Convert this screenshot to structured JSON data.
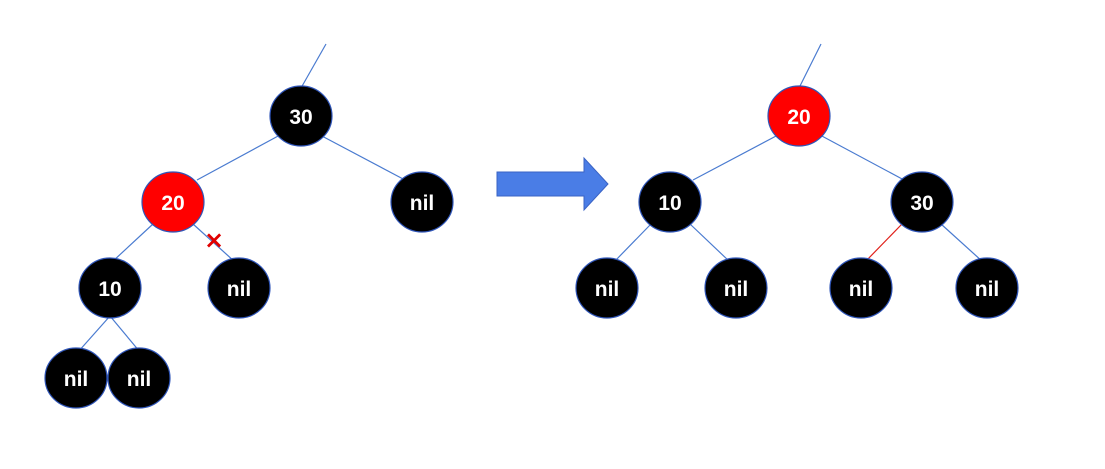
{
  "colors": {
    "black_node": "#000000",
    "red_node": "#ff0000",
    "node_border": "#2f55b8",
    "edge": "#4a7bd0",
    "highlight_edge": "#e0201a",
    "cut_mark": "#e00000",
    "arrow": "#4a7de6"
  },
  "before_tree": {
    "nodes": [
      {
        "id": "b30",
        "label": "30",
        "color": "black"
      },
      {
        "id": "b20",
        "label": "20",
        "color": "red"
      },
      {
        "id": "bnil_r",
        "label": "nil",
        "color": "black"
      },
      {
        "id": "b10",
        "label": "10",
        "color": "black"
      },
      {
        "id": "bnil_20r",
        "label": "nil",
        "color": "black"
      },
      {
        "id": "bnil_10l",
        "label": "nil",
        "color": "black"
      },
      {
        "id": "bnil_10r",
        "label": "nil",
        "color": "black"
      }
    ],
    "cut_mark": "×"
  },
  "after_tree": {
    "nodes": [
      {
        "id": "a20",
        "label": "20",
        "color": "red"
      },
      {
        "id": "a10",
        "label": "10",
        "color": "black"
      },
      {
        "id": "a30",
        "label": "30",
        "color": "black"
      },
      {
        "id": "anil1",
        "label": "nil",
        "color": "black"
      },
      {
        "id": "anil2",
        "label": "nil",
        "color": "black"
      },
      {
        "id": "anil3",
        "label": "nil",
        "color": "black"
      },
      {
        "id": "anil4",
        "label": "nil",
        "color": "black"
      }
    ]
  },
  "transform_arrow": {
    "icon": "right-arrow-icon"
  }
}
